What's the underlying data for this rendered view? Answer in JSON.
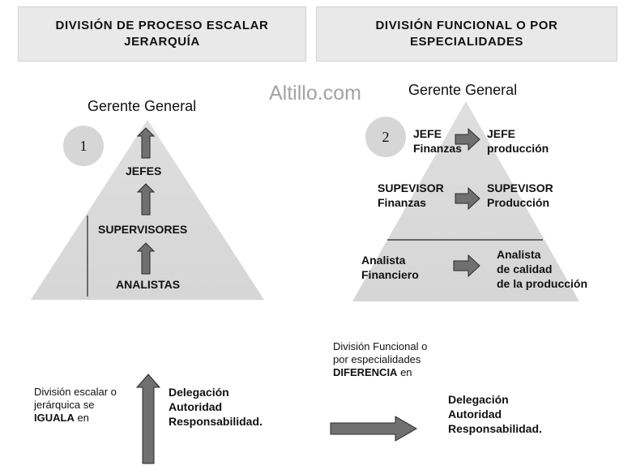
{
  "left": {
    "header": "DIVISIÓN  DE PROCESO ESCALAR\nJERARQUÍA",
    "top_label": "Gerente General",
    "step_number": "1",
    "levels": {
      "jefes": "JEFES",
      "supervisores": "SUPERVISORES",
      "analistas": "ANALISTAS"
    },
    "footer_left": "División escalar o\njerárquica se",
    "footer_left_bold": "IGUALA",
    "footer_left_end": " en",
    "footer_right": "Delegación\nAutoridad\nResponsabilidad."
  },
  "right": {
    "header": "DIVISIÓN  FUNCIONAL  O POR\nESPECIALIDADES",
    "top_label": "Gerente General",
    "step_number": "2",
    "rows": [
      {
        "from": "JEFE\nFinanzas",
        "to": "JEFE\nproducción"
      },
      {
        "from": "SUPEVISOR\nFinanzas",
        "to": "SUPEVISOR\nProducción"
      },
      {
        "from": "Analista\nFinanciero",
        "to": "Analista\nde calidad\nde la producción"
      }
    ],
    "footer_intro": "División Funcional o\npor especialidades",
    "footer_intro_bold": "DIFERENCIA",
    "footer_intro_end": " en",
    "footer_right": "Delegación\nAutoridad\nResponsabilidad."
  },
  "watermark": "Altillo.com",
  "colors": {
    "pyramid": "#d9d9d9",
    "arrow": "#707070",
    "arrow_stroke": "#2a2a2a",
    "header": "#e9e9e9"
  }
}
